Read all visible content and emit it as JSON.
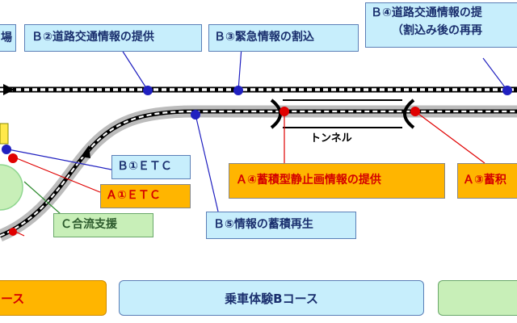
{
  "labels": {
    "b_left_partial": "場",
    "b2": "Ｂ②道路交通情報の提供",
    "b3": "Ｂ③緊急情報の割込",
    "b4_line1": "Ｂ④道路交通情報の提",
    "b4_line2": "（割込み後の再再",
    "b1": "Ｂ①ＥＴＣ",
    "a1": "Ａ①ＥＴＣ",
    "a4": "Ａ④蓄積型静止画情報の提供",
    "a3_partial": "Ａ③蓄积",
    "b5": "Ｂ⑤情報の蓄積再生",
    "c1": "Ｃ合流支援",
    "tunnel": "トンネル"
  },
  "courses": {
    "a_partial": "ース",
    "b": "乗車体験Bコース"
  },
  "colors": {
    "b_fill": "#c7eefc",
    "a_fill": "#ffb500",
    "c_fill": "#c8efb8",
    "b_dot": "#2020c0",
    "a_dot": "#e00000",
    "c_dot": "#8fd68f",
    "road": "#bcbcbc"
  }
}
